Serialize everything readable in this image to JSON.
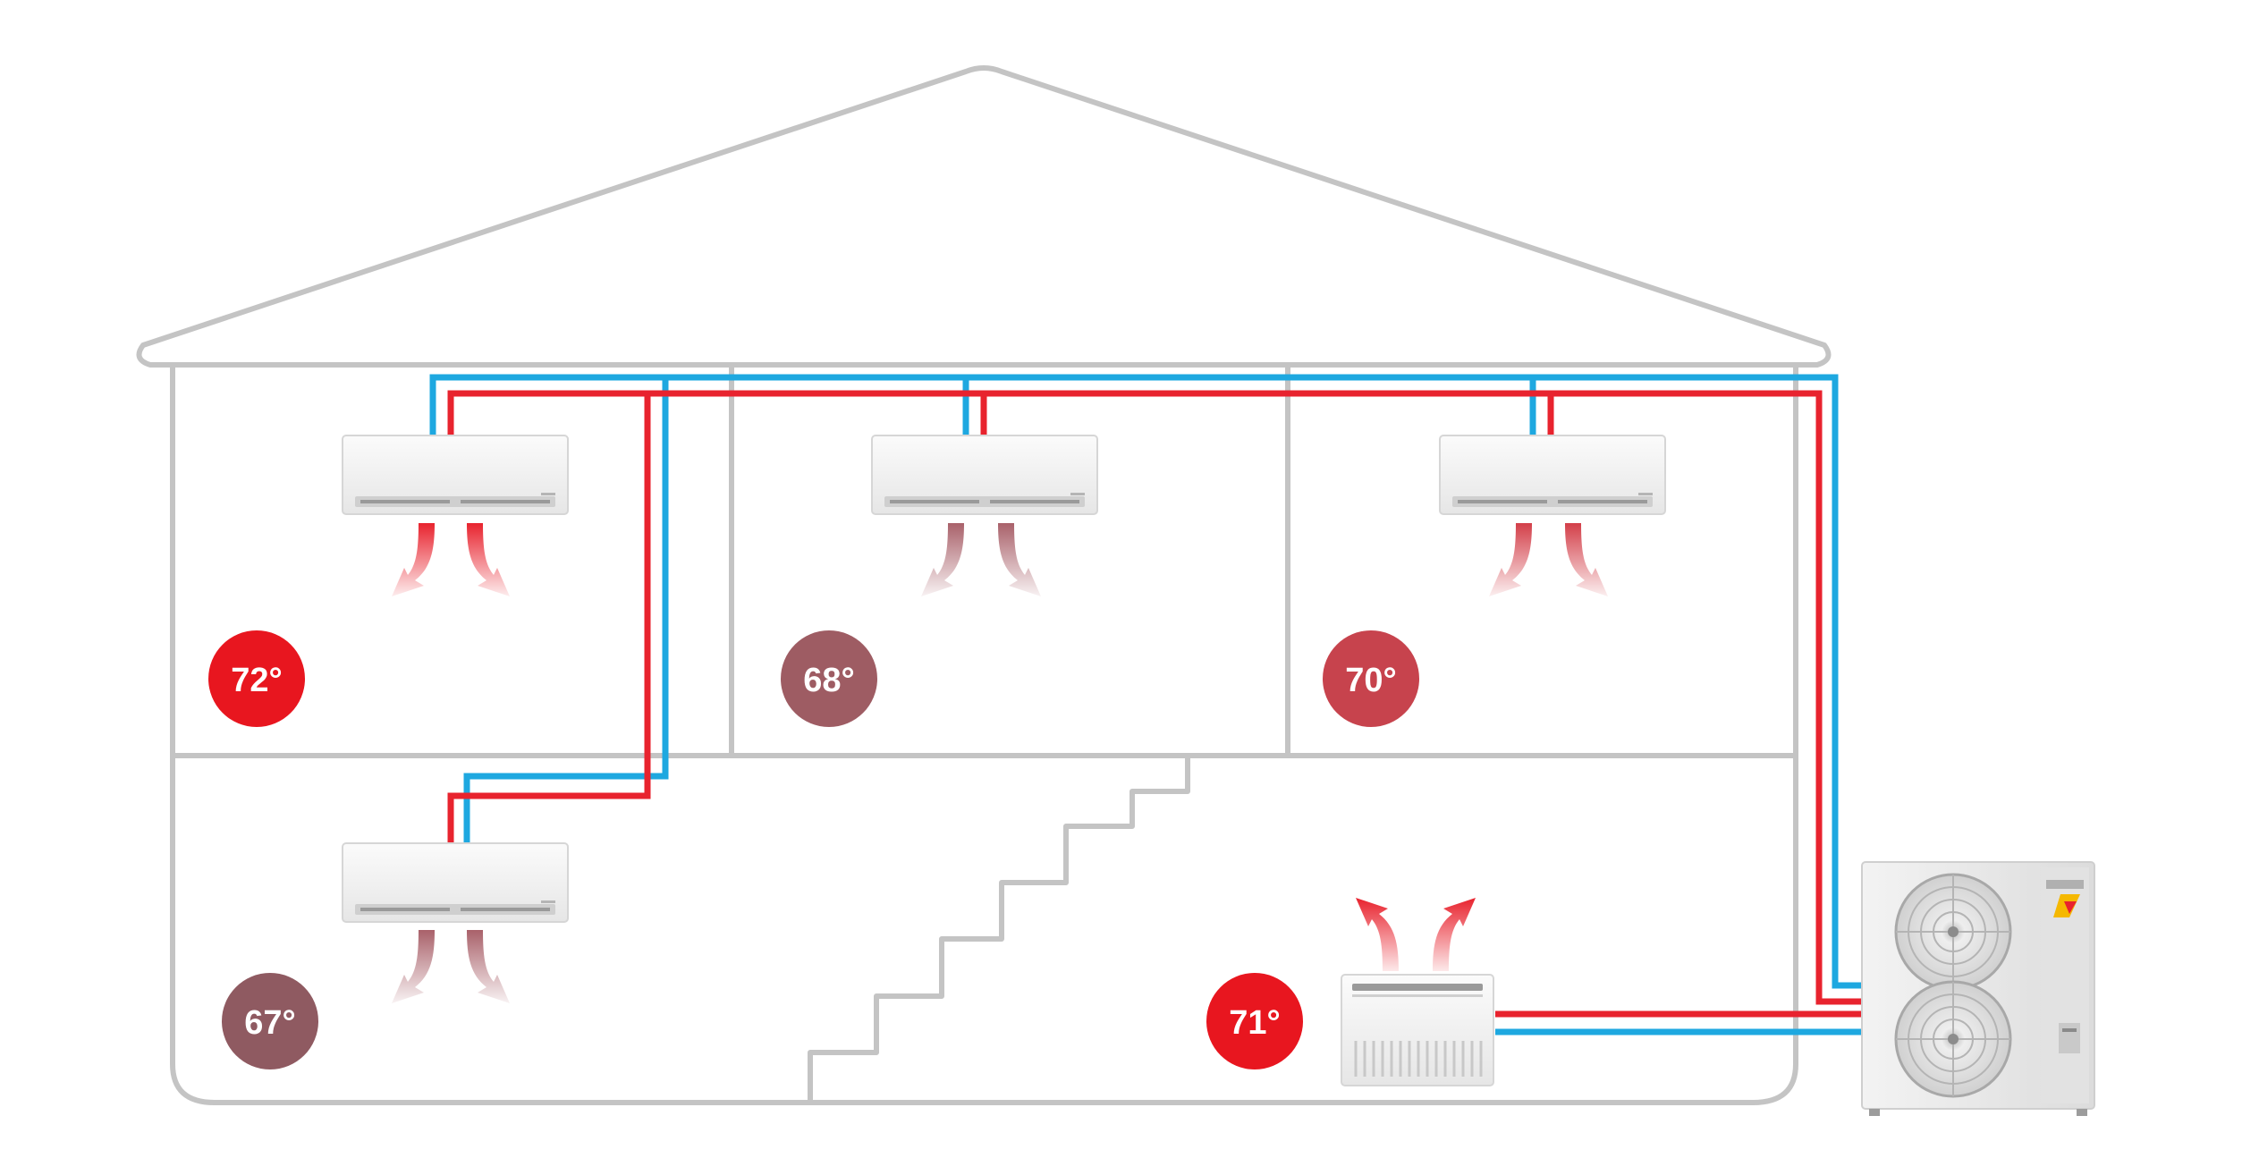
{
  "colors": {
    "house_outline": "#c4c4c4",
    "pipe_hot": "#e8232e",
    "pipe_cold": "#1ea8e0",
    "unit_body": "#f1f1f1",
    "unit_edge": "#d4d4d4",
    "outdoor_unit": "#e9e9e9"
  },
  "rooms": [
    {
      "id": "upper-left",
      "temperature": "72°",
      "badge_color": "#e8161f",
      "airflow": "down"
    },
    {
      "id": "upper-middle",
      "temperature": "68°",
      "badge_color": "#9e5c63",
      "airflow": "down"
    },
    {
      "id": "upper-right",
      "temperature": "70°",
      "badge_color": "#c7434d",
      "airflow": "down"
    },
    {
      "id": "lower-left",
      "temperature": "67°",
      "badge_color": "#8f5a61",
      "airflow": "down"
    },
    {
      "id": "lower-right",
      "temperature": "71°",
      "badge_color": "#e8161f",
      "airflow": "up"
    }
  ],
  "indoor_units": [
    {
      "type": "wall-mounted",
      "room": "upper-left"
    },
    {
      "type": "wall-mounted",
      "room": "upper-middle"
    },
    {
      "type": "wall-mounted",
      "room": "upper-right"
    },
    {
      "type": "wall-mounted",
      "room": "lower-left"
    },
    {
      "type": "floor-mounted",
      "room": "lower-right"
    }
  ],
  "outdoor_unit": {
    "fans": 2
  }
}
